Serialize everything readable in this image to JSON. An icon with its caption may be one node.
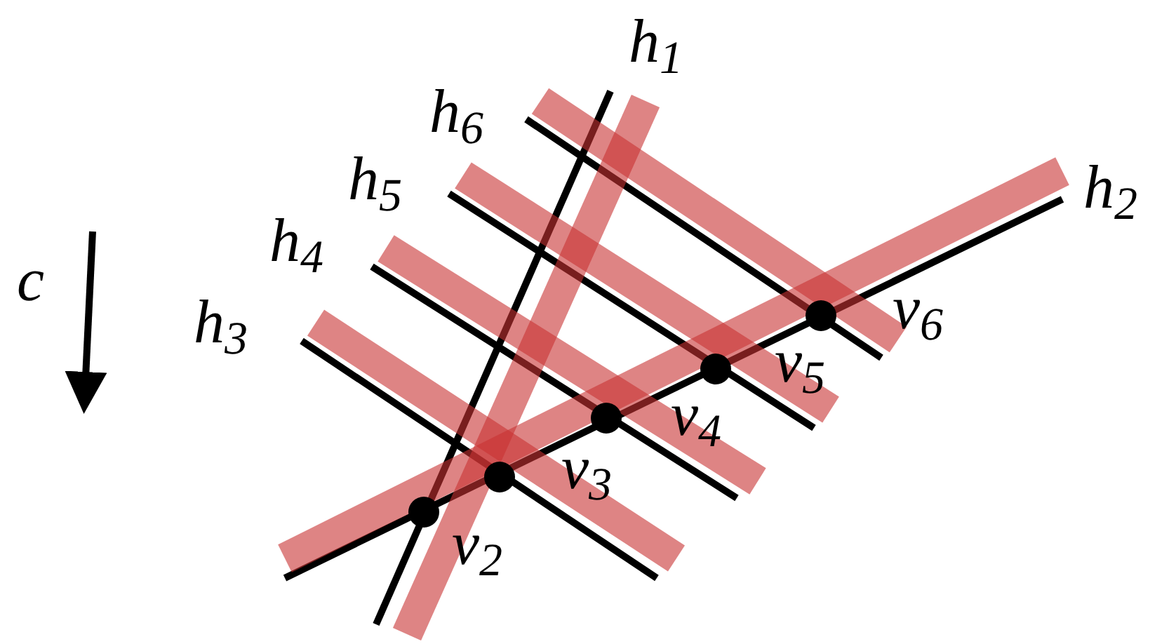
{
  "diagram": {
    "labels": [
      "h$_{1}$",
      "h$_{6}$",
      "h$_{5}$",
      "h$_{2}$",
      "h$_{4}$",
      "c",
      "h$_{3}$",
      "v$_{6}$",
      "v$_{5}$",
      "v$_{4}$",
      "v$_{3}$",
      "v$_{2}$"
    ]
  }
}
